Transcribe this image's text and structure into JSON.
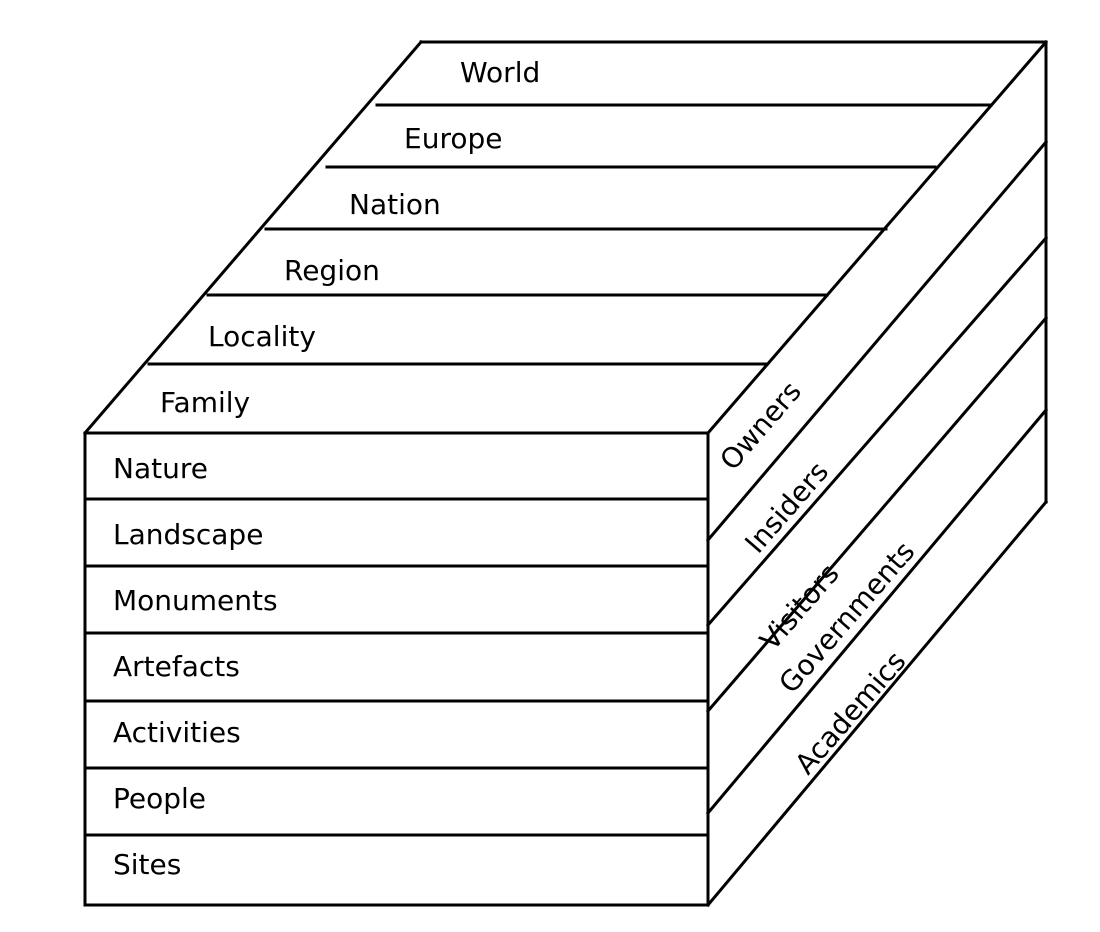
{
  "diagram": {
    "top_face_labels": [
      "World",
      "Europe",
      "Nation",
      "Region",
      "Locality",
      "Family"
    ],
    "front_face_labels": [
      "Nature",
      "Landscape",
      "Monuments",
      "Artefacts",
      "Activities",
      "People",
      "Sites"
    ],
    "side_face_labels": [
      "Owners",
      "Insiders",
      "Visitors",
      "Governments",
      "Academics"
    ],
    "line_color": "#000000"
  }
}
